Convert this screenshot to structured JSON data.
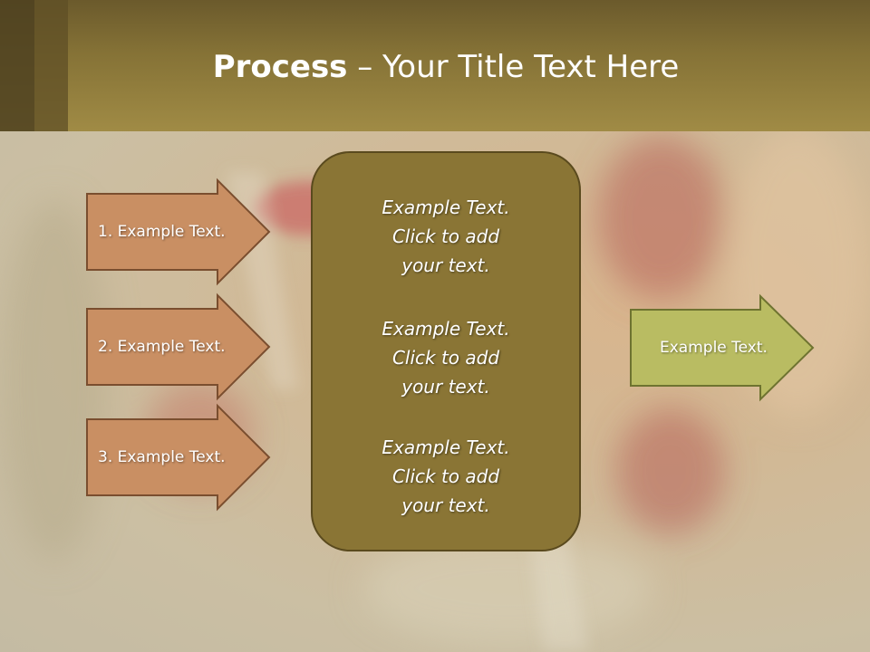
{
  "title": {
    "bold": "Process",
    "rest": " – Your Title Text Here"
  },
  "left_arrows": [
    {
      "label": "1. Example Text."
    },
    {
      "label": "2. Example Text."
    },
    {
      "label": "3. Example Text."
    }
  ],
  "center_box": {
    "blocks": [
      {
        "line1": "Example Text.",
        "line2": "Click  to add",
        "line3": "your text."
      },
      {
        "line1": "Example Text.",
        "line2": "Click  to add",
        "line3": "your text."
      },
      {
        "line1": "Example Text.",
        "line2": "Click  to add",
        "line3": "your text."
      }
    ]
  },
  "right_arrow": {
    "label": "Example Text."
  },
  "colors": {
    "left_arrow_fill": "#c98f63",
    "left_arrow_stroke": "#7a4e2f",
    "center_fill": "#8a7535",
    "center_stroke": "#5a4a1e",
    "right_arrow_fill": "#b9bc62",
    "right_arrow_stroke": "#6e7330"
  }
}
